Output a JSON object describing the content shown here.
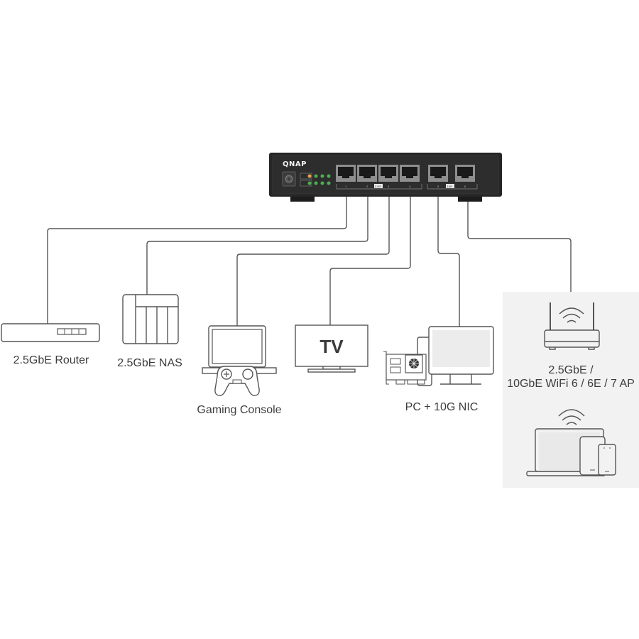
{
  "switch": {
    "brand": "QNAP",
    "ports": [
      {
        "id": "port-1",
        "label": "1"
      },
      {
        "id": "port-2",
        "label": "2"
      },
      {
        "id": "port-3",
        "label": "3"
      },
      {
        "id": "port-4",
        "label": "4"
      },
      {
        "id": "port-5",
        "label": "5"
      },
      {
        "id": "port-6",
        "label": "6"
      }
    ],
    "group_badges": [
      "2.5G",
      "10G"
    ],
    "colors": {
      "body": "#262626",
      "led_green": "#4caf50",
      "led_orange": "#e8a15a"
    }
  },
  "devices": {
    "router": {
      "label": "2.5GbE Router",
      "icon": "router-icon"
    },
    "nas": {
      "label": "2.5GbE NAS",
      "icon": "nas-icon"
    },
    "console": {
      "label": "Gaming Console",
      "icon": "gaming-console-icon"
    },
    "tv": {
      "label": "TV",
      "screen_text": "TV",
      "icon": "tv-icon"
    },
    "pc": {
      "label": "PC + 10G NIC",
      "icon": "pc-nic-icon"
    },
    "ap": {
      "label_line1": "2.5GbE /",
      "label_line2": "10GbE WiFi 6 / 6E / 7 AP",
      "icon": "wifi-ap-icon"
    },
    "clients": {
      "icon": "wireless-clients-icon"
    }
  },
  "colors": {
    "line": "#555555",
    "panel_bg": "#f2f2f2",
    "icon_stroke": "#555555",
    "screen_fill": "#ececec"
  }
}
